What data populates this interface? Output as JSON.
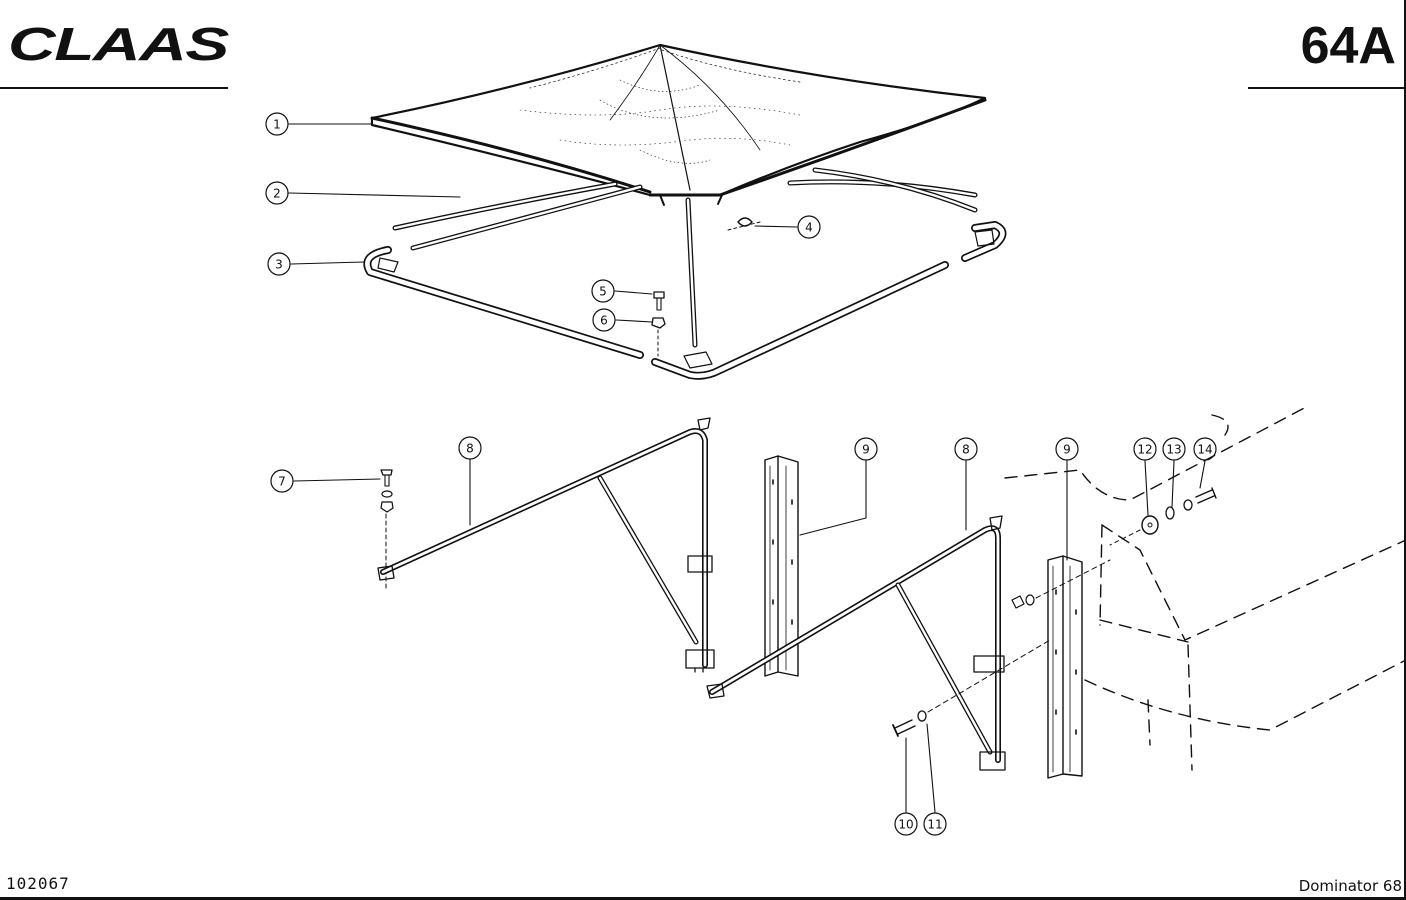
{
  "header": {
    "brand": "CLAAS",
    "page_code": "64A"
  },
  "footer": {
    "drawing_number": "102067",
    "model": "Dominator 68"
  },
  "callouts": [
    "1",
    "2",
    "3",
    "4",
    "5",
    "6",
    "7",
    "8",
    "9",
    "8",
    "9",
    "12",
    "13",
    "14",
    "10",
    "11"
  ],
  "colors": {
    "ink": "#111111",
    "paper": "#ffffff"
  }
}
